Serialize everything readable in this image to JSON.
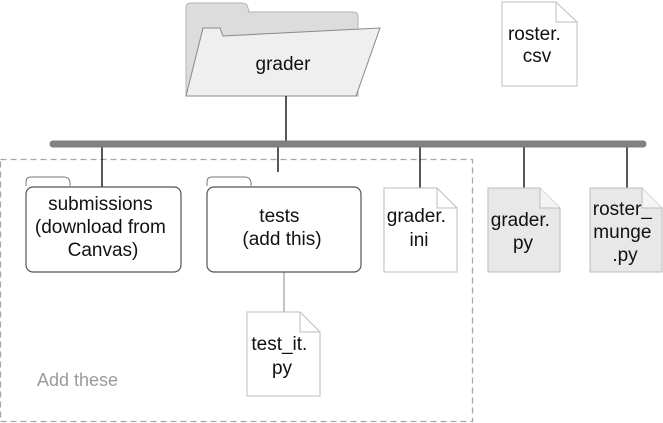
{
  "root_folder": {
    "label": "grader"
  },
  "top_file": {
    "lines": [
      "roster.",
      "csv"
    ]
  },
  "existing_files": [
    {
      "lines": [
        "grader.",
        "py"
      ]
    },
    {
      "lines": [
        "roster_",
        "munge",
        ".py"
      ]
    }
  ],
  "add_group": {
    "caption": "Add these",
    "submissions_folder": {
      "lines": [
        "submissions",
        "(download from",
        "Canvas)"
      ]
    },
    "tests_folder": {
      "lines": [
        "tests",
        "(add this)"
      ]
    },
    "config_file": {
      "lines": [
        "grader.",
        "ini"
      ]
    },
    "test_file": {
      "lines": [
        "test_it.",
        "py"
      ]
    }
  },
  "colors": {
    "folder_fill": "#efefef",
    "folder_back": "#dcdcdc",
    "shaded_file": "#e8e8e8",
    "stroke": "#888888",
    "bus": "#808080",
    "dashed_group": "#a6a6a6"
  }
}
